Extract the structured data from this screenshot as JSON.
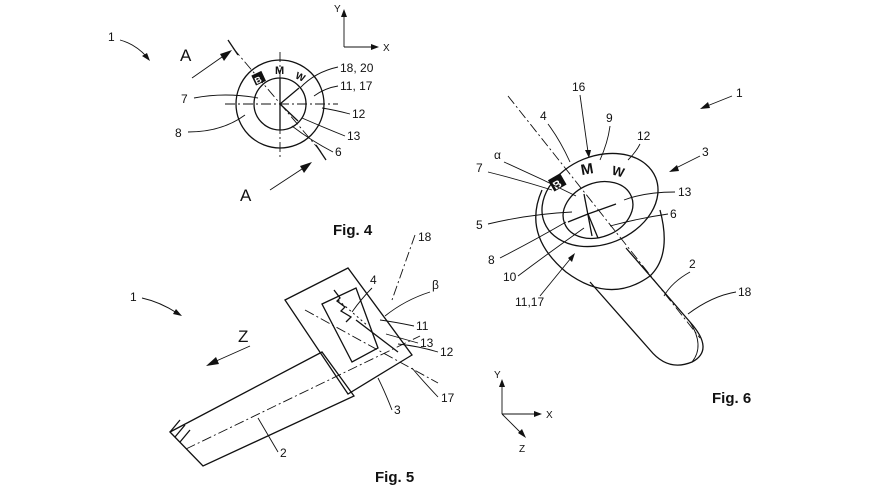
{
  "figures": {
    "fig4": {
      "caption": "Fig. 4",
      "refs": [
        "1",
        "A",
        "A",
        "7",
        "8",
        "18, 20",
        "11, 17",
        "12",
        "13",
        "6"
      ],
      "axes": {
        "y": "Y",
        "x": "X"
      },
      "logo_letters": [
        "B",
        "M",
        "W"
      ]
    },
    "fig5": {
      "caption": "Fig. 5",
      "refs": [
        "1",
        "Z",
        "18",
        "4",
        "β",
        "11",
        "13",
        "12",
        "17",
        "3",
        "2"
      ],
      "axes": {
        "y": "Y",
        "x": "X",
        "z": "Z"
      }
    },
    "fig6": {
      "caption": "Fig. 6",
      "refs": [
        "16",
        "1",
        "4",
        "9",
        "12",
        "α",
        "3",
        "7",
        "13",
        "5",
        "6",
        "8",
        "10",
        "11,17",
        "2",
        "18"
      ],
      "logo_letters": [
        "B",
        "M",
        "W"
      ]
    }
  }
}
